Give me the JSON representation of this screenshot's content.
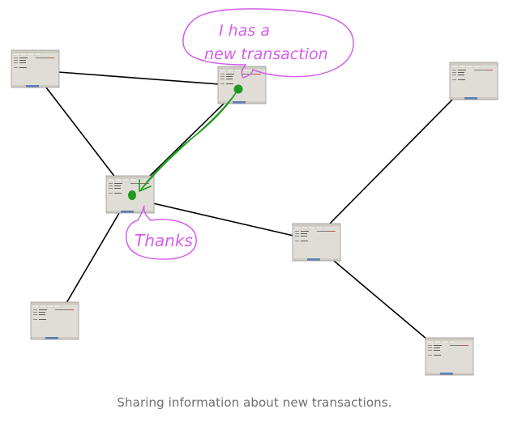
{
  "caption": "Sharing information about new transactions.",
  "nodes": [
    {
      "id": "node-a"
    },
    {
      "id": "node-b"
    },
    {
      "id": "node-c"
    },
    {
      "id": "node-d"
    },
    {
      "id": "node-e"
    },
    {
      "id": "node-f"
    },
    {
      "id": "node-g"
    }
  ],
  "edges": [
    {
      "from": "node-a",
      "to": "node-b"
    },
    {
      "from": "node-a",
      "to": "node-d"
    },
    {
      "from": "node-b",
      "to": "node-d"
    },
    {
      "from": "node-d",
      "to": "node-e"
    },
    {
      "from": "node-d",
      "to": "node-f"
    },
    {
      "from": "node-c",
      "to": "node-f"
    },
    {
      "from": "node-f",
      "to": "node-g"
    }
  ],
  "annotations": {
    "sender_bubble_line1": "I has a",
    "sender_bubble_line2": "new transaction",
    "receiver_bubble": "Thanks"
  },
  "colors": {
    "edge": "#000000",
    "bubble": "#d35fe8",
    "arrow": "#1e9a1e",
    "window_bg": "#e0ddd6",
    "window_border": "#9a9a9a",
    "window_bar": "#5a7fb0",
    "caption": "#6f6f6f"
  }
}
